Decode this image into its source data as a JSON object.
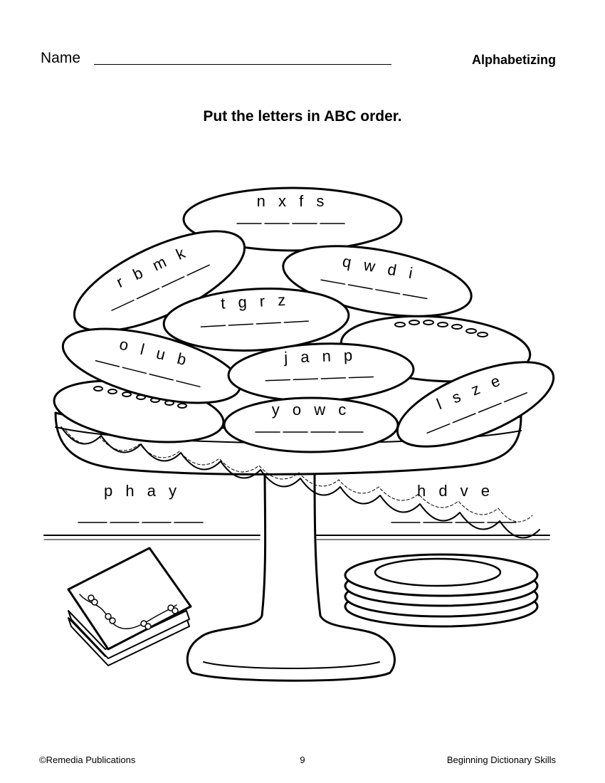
{
  "header": {
    "name_label": "Name",
    "topic": "Alphabetizing"
  },
  "instructions": "Put the letters in ABC order.",
  "cookies": [
    {
      "letters": "nxfs"
    },
    {
      "letters": "rbmk"
    },
    {
      "letters": "qwdi"
    },
    {
      "letters": "tgrz"
    },
    {
      "letters": "olub"
    },
    {
      "letters": "janp"
    },
    {
      "letters": "yowc"
    },
    {
      "letters": "lsze"
    }
  ],
  "outside_words": [
    {
      "letters": "phay"
    },
    {
      "letters": "hdve"
    }
  ],
  "footer": {
    "publisher": "©Remedia Publications",
    "page_number": "9",
    "book_title": "Beginning Dictionary Skills"
  }
}
